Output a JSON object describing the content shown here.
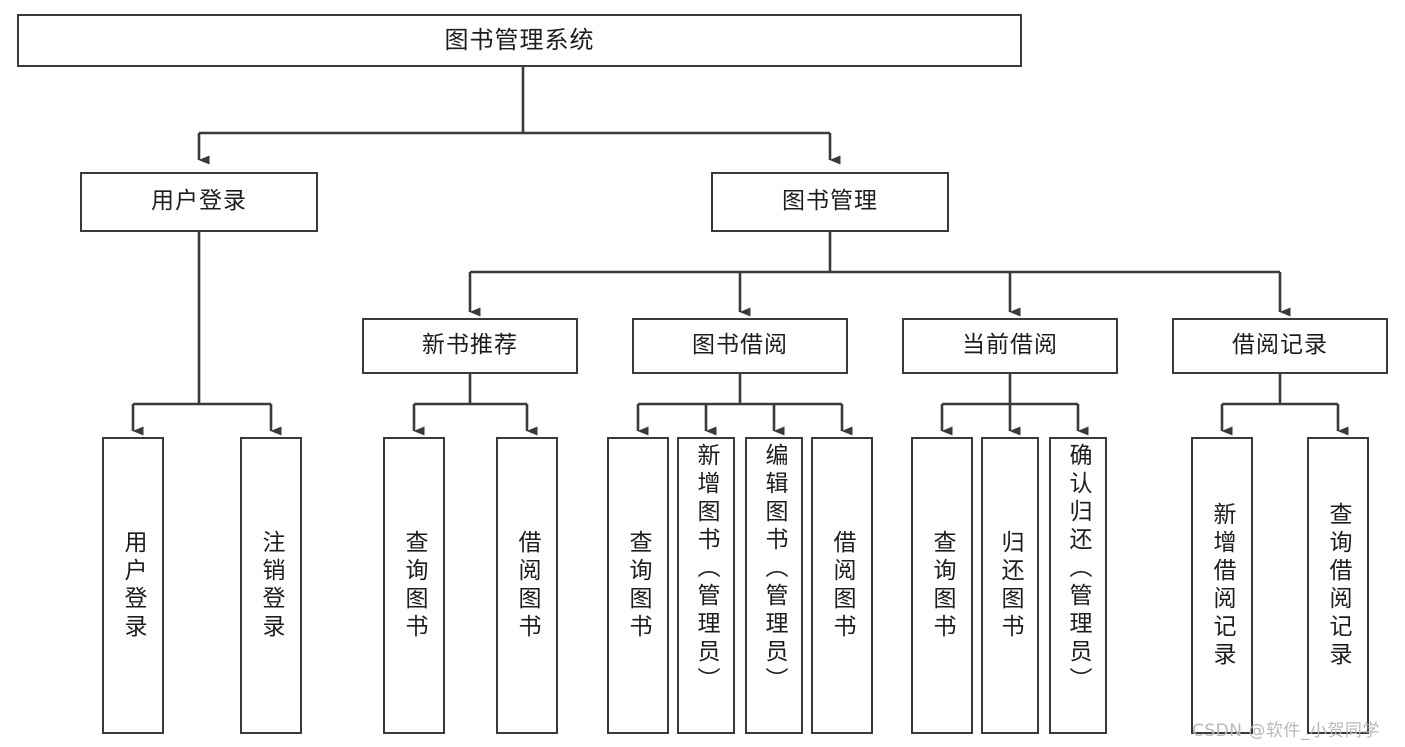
{
  "diagram": {
    "title": "图书管理系统",
    "type": "hierarchy-tree",
    "levels": [
      {
        "level": 1,
        "nodes": [
          {
            "id": "root",
            "label": "图书管理系统",
            "orientation": "horizontal"
          }
        ]
      },
      {
        "level": 2,
        "nodes": [
          {
            "id": "user-login",
            "label": "用户登录",
            "orientation": "horizontal",
            "parent": "root"
          },
          {
            "id": "book-manage",
            "label": "图书管理",
            "orientation": "horizontal",
            "parent": "root"
          }
        ]
      },
      {
        "level": 3,
        "nodes": [
          {
            "id": "new-book-rec",
            "label": "新书推荐",
            "orientation": "horizontal",
            "parent": "book-manage"
          },
          {
            "id": "book-borrow",
            "label": "图书借阅",
            "orientation": "horizontal",
            "parent": "book-manage"
          },
          {
            "id": "current-borrow",
            "label": "当前借阅",
            "orientation": "horizontal",
            "parent": "book-manage"
          },
          {
            "id": "borrow-record",
            "label": "借阅记录",
            "orientation": "horizontal",
            "parent": "book-manage"
          }
        ]
      },
      {
        "level": 4,
        "nodes": [
          {
            "id": "leaf-user-login",
            "label": "用户登录",
            "orientation": "vertical",
            "align": "center",
            "parent": "user-login"
          },
          {
            "id": "leaf-logout-login",
            "label": "注销登录",
            "orientation": "vertical",
            "align": "center",
            "parent": "user-login"
          },
          {
            "id": "leaf-query-book-1",
            "label": "查询图书",
            "orientation": "vertical",
            "align": "center",
            "parent": "new-book-rec"
          },
          {
            "id": "leaf-borrow-book-1",
            "label": "借阅图书",
            "orientation": "vertical",
            "align": "center",
            "parent": "new-book-rec"
          },
          {
            "id": "leaf-query-book-2",
            "label": "查询图书",
            "orientation": "vertical",
            "align": "center",
            "parent": "book-borrow"
          },
          {
            "id": "leaf-add-book",
            "label": "新增图书（管理员）",
            "orientation": "vertical",
            "align": "top",
            "parent": "book-borrow"
          },
          {
            "id": "leaf-edit-book",
            "label": "编辑图书（管理员）",
            "orientation": "vertical",
            "align": "top",
            "parent": "book-borrow"
          },
          {
            "id": "leaf-borrow-book-2",
            "label": "借阅图书",
            "orientation": "vertical",
            "align": "center",
            "parent": "book-borrow"
          },
          {
            "id": "leaf-query-book-3",
            "label": "查询图书",
            "orientation": "vertical",
            "align": "center",
            "parent": "current-borrow"
          },
          {
            "id": "leaf-return-book",
            "label": "归还图书",
            "orientation": "vertical",
            "align": "center",
            "parent": "current-borrow"
          },
          {
            "id": "leaf-confirm-return",
            "label": "确认归还（管理员）",
            "orientation": "vertical",
            "align": "top",
            "parent": "current-borrow"
          },
          {
            "id": "leaf-add-record",
            "label": "新增借阅记录",
            "orientation": "vertical",
            "align": "center",
            "parent": "borrow-record"
          },
          {
            "id": "leaf-query-record",
            "label": "查询借阅记录",
            "orientation": "vertical",
            "align": "center",
            "parent": "borrow-record"
          }
        ]
      }
    ]
  },
  "watermark": {
    "text": "CSDN @软件_小贺同学"
  },
  "colors": {
    "stroke": "#3a3a3a",
    "background": "#ffffff",
    "text": "#1d1d1d",
    "watermark": "#b9b9b9"
  }
}
